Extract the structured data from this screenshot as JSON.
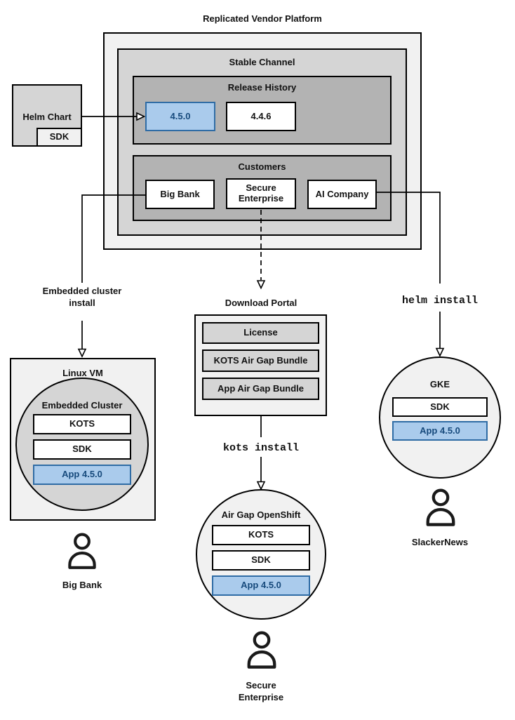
{
  "colors": {
    "highlight_fill": "#aacbec",
    "highlight_border": "#2f6ca5",
    "highlight_text": "#174a7c",
    "surface_lightest": "#f1f1f1",
    "surface_light": "#d5d5d5",
    "surface_mid": "#b3b3b3",
    "ink": "#111111"
  },
  "platform": {
    "title": "Replicated Vendor Platform",
    "stable_channel": {
      "label": "Stable Channel",
      "release_history": {
        "label": "Release History",
        "current_release": "4.5.0",
        "previous_release": "4.4.6"
      },
      "customers": {
        "label": "Customers",
        "big_bank": "Big Bank",
        "secure_enterprise": "Secure\nEnterprise",
        "ai_company": "AI Company"
      }
    }
  },
  "helm_chart": {
    "label": "Helm Chart",
    "sdk": "SDK"
  },
  "embedded_flow": {
    "arrow_label": "Embedded cluster\ninstall",
    "vm": "Linux VM",
    "cluster": "Embedded Cluster",
    "kots": "KOTS",
    "sdk": "SDK",
    "app": "App 4.5.0",
    "user": "Big Bank"
  },
  "airgap_flow": {
    "portal": "Download Portal",
    "license": "License",
    "kots_bundle": "KOTS Air Gap Bundle",
    "app_bundle": "App Air Gap Bundle",
    "command": "kots install",
    "cluster": "Air Gap OpenShift",
    "kots": "KOTS",
    "sdk": "SDK",
    "app": "App 4.5.0",
    "user": "Secure\nEnterprise"
  },
  "helm_flow": {
    "command": "helm install",
    "cluster": "GKE",
    "sdk": "SDK",
    "app": "App 4.5.0",
    "user": "SlackerNews"
  }
}
